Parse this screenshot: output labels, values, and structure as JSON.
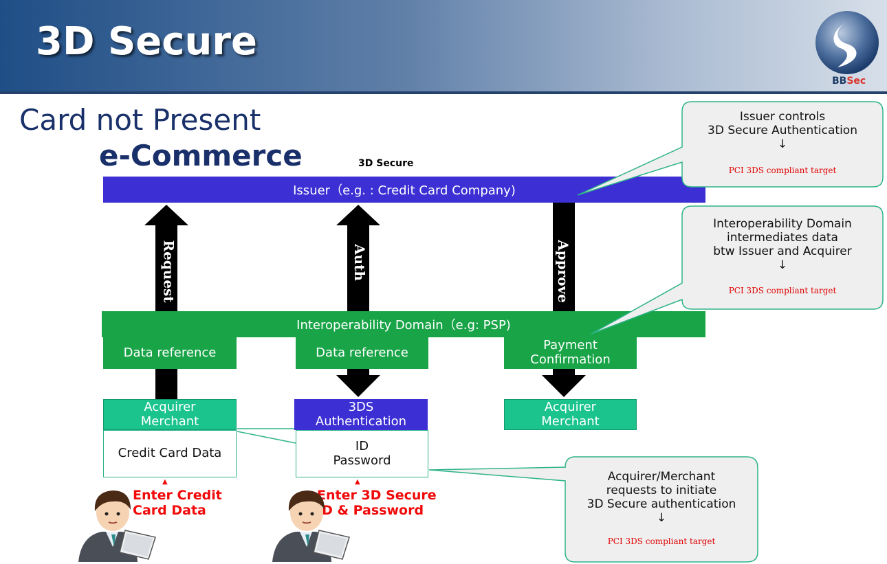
{
  "header": {
    "title": "3D Secure",
    "logo_text_left": "BB",
    "logo_text_right": "Sec"
  },
  "headings": {
    "card_not_present": "Card not Present",
    "ecommerce": "e-Commerce",
    "three_d_secure": "3D Secure"
  },
  "bars": {
    "issuer": "Issuer（e.g. : Credit Card Company)",
    "interop": "Interoperability Domain（e.g: PSP)"
  },
  "arrows": {
    "request": "Request",
    "auth": "Auth",
    "approve": "Approve"
  },
  "boxes": {
    "data_ref_1": "Data reference",
    "data_ref_2": "Data reference",
    "payment_confirmation": "Payment\nConfirmation",
    "acquirer_merchant_1": "Acquirer\nMerchant",
    "three_ds_auth": "3DS\nAuthentication",
    "acquirer_merchant_2": "Acquirer\nMerchant",
    "credit_card_data": "Credit Card Data",
    "id_password": "ID\nPassword"
  },
  "callouts": {
    "issuer": {
      "text": "Issuer controls\n3D Secure Authentication\n↓",
      "note": "PCI 3DS compliant target"
    },
    "interop": {
      "text": "Interoperability Domain\nintermediates data\nbtw Issuer and Acquirer\n↓",
      "note": "PCI 3DS compliant target"
    },
    "acquirer": {
      "text": "Acquirer/Merchant\nrequests to initiate\n3D Secure authentication\n↓",
      "note": "PCI 3DS compliant target"
    }
  },
  "user_labels": {
    "enter_card": "Enter Credit\nCard Data",
    "enter_3ds": "Enter 3D Secure\nID & Password",
    "caret": "▲"
  },
  "colors": {
    "header_dark": "#1f4e86",
    "heading_navy": "#19306a",
    "issuer_blue": "#3c2fd4",
    "interop_green": "#19a448",
    "merchant_teal": "#1ac48c",
    "alert_red": "#f00a0a"
  }
}
